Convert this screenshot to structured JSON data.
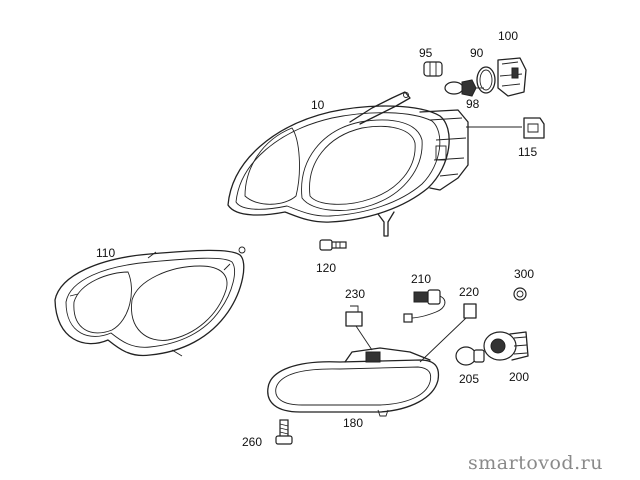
{
  "callouts": [
    {
      "id": "10",
      "text": "10"
    },
    {
      "id": "90",
      "text": "90"
    },
    {
      "id": "95",
      "text": "95"
    },
    {
      "id": "98",
      "text": "98"
    },
    {
      "id": "100",
      "text": "100"
    },
    {
      "id": "110",
      "text": "110"
    },
    {
      "id": "115",
      "text": "115"
    },
    {
      "id": "120",
      "text": "120"
    },
    {
      "id": "180",
      "text": "180"
    },
    {
      "id": "200",
      "text": "200"
    },
    {
      "id": "205",
      "text": "205"
    },
    {
      "id": "210",
      "text": "210"
    },
    {
      "id": "220",
      "text": "220"
    },
    {
      "id": "230",
      "text": "230"
    },
    {
      "id": "260",
      "text": "260"
    },
    {
      "id": "300",
      "text": "300"
    }
  ],
  "watermark": "smartovod.ru"
}
